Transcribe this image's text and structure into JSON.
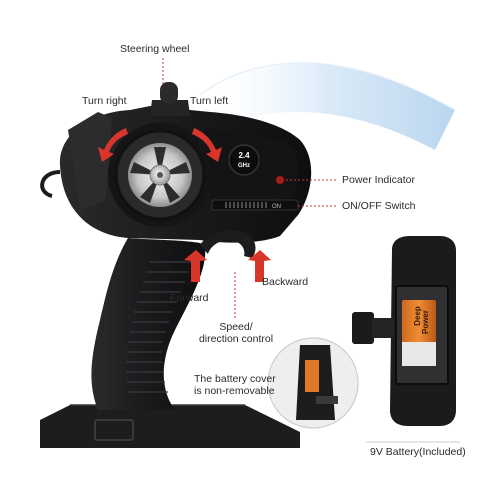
{
  "labels": {
    "steering_wheel": "Steering wheel",
    "turn_right": "Turn right",
    "turn_left": "Turn left",
    "power_indicator": "Power Indicator",
    "on_off_switch": "ON/OFF Switch",
    "backward": "Backward",
    "forward": "Forward",
    "speed_line1": "Speed/",
    "speed_line2": "direction control",
    "battery_cover_line1": "The battery cover",
    "battery_cover_line2": "is non-removable",
    "battery_included": "9V Battery(Included)"
  },
  "device_markings": {
    "frequency_top": "2.4",
    "frequency_bottom": "GHz",
    "switch_on": "ON",
    "battery_brand_1": "Deep",
    "battery_brand_2": "Power"
  },
  "colors": {
    "accent_red": "#d8362a",
    "leader_line": "#c8323a",
    "controller_body": "#1c1c1e",
    "arc_blue": "#cfe3f4"
  }
}
